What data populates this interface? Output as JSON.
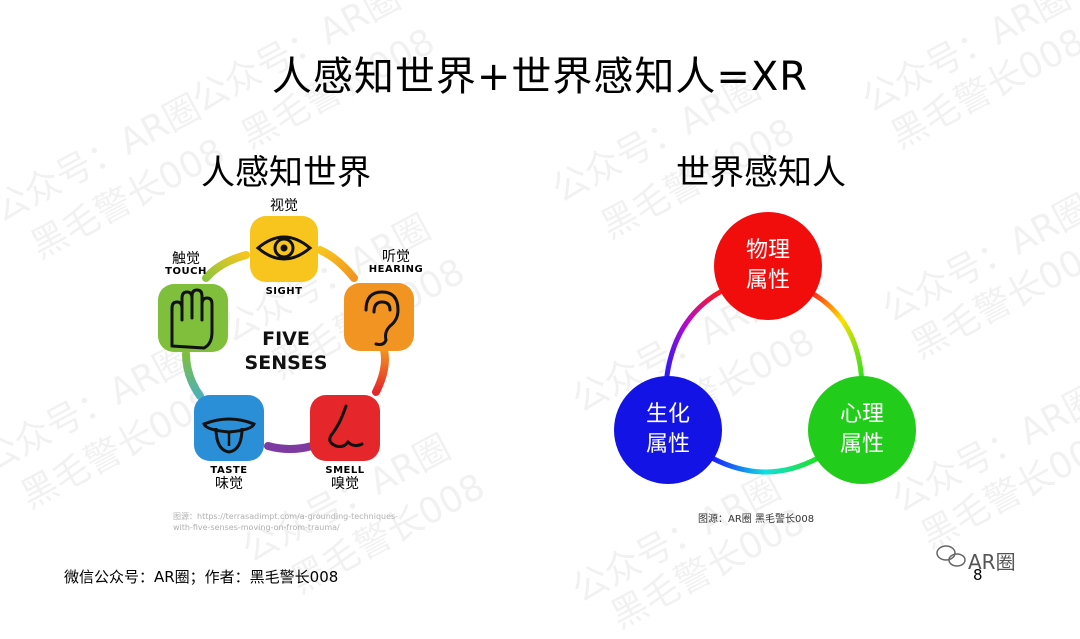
{
  "main_title": "人感知世界+世界感知人=XR",
  "left": {
    "heading": "人感知世界",
    "center_text": [
      "FIVE",
      "SENSES"
    ],
    "senses": {
      "sight": {
        "cn": "视觉",
        "en": "SIGHT"
      },
      "hearing": {
        "cn": "听觉",
        "en": "HEARING"
      },
      "smell": {
        "cn": "嗅觉",
        "en": "SMELL"
      },
      "taste": {
        "cn": "味觉",
        "en": "TASTE"
      },
      "touch": {
        "cn": "触觉",
        "en": "TOUCH"
      }
    },
    "caption": [
      "图源：https://terrasadimpt.com/a-grounding-techniques-",
      "with-five-senses-moving-on-from-trauma/"
    ]
  },
  "right": {
    "heading": "世界感知人",
    "circles": {
      "top": {
        "line1": "物理",
        "line2": "属性",
        "color": "#f20d0d"
      },
      "right": {
        "line1": "心理",
        "line2": "属性",
        "color": "#22cc1a"
      },
      "left": {
        "line1": "生化",
        "line2": "属性",
        "color": "#1313e6"
      }
    },
    "caption": "图源：AR圈 黑毛警长008"
  },
  "footer": {
    "credit": "微信公众号：AR圈；作者：黑毛警长008",
    "brand": "AR圈",
    "page": "8"
  },
  "watermark_text": [
    "公众号：AR圈",
    "黑毛警长008"
  ],
  "colors": {
    "sight": "#f7c51e",
    "hearing": "#f29421",
    "smell": "#e5262b",
    "taste": "#2a8fd6",
    "touch": "#7fbf3c",
    "ring_purple": "#7d3aa0"
  }
}
